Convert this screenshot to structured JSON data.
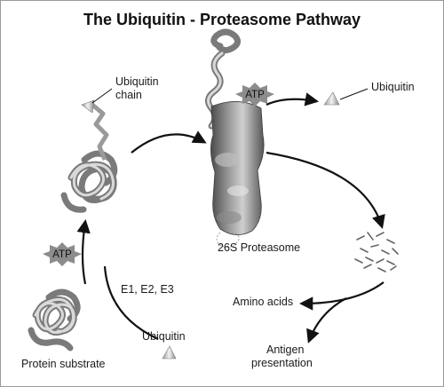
{
  "title": "The Ubiquitin - Proteasome Pathway",
  "labels": {
    "ubiquitin_chain_1": "Ubiquitin",
    "ubiquitin_chain_2": "chain",
    "ubiquitin_top": "Ubiquitin",
    "proteasome": "26S Proteasome",
    "enzymes": "E1, E2, E3",
    "amino_acids": "Amino acids",
    "ubiquitin_bottom": "Ubiquitin",
    "antigen_1": "Antigen",
    "antigen_2": "presentation",
    "protein_substrate": "Protein substrate",
    "atp_left": "ATP",
    "atp_top": "ATP"
  },
  "colors": {
    "arrow": "#111111",
    "protein": "#8a8a8a",
    "proteasome": "#6b6b6b",
    "atp_star": "#8c8c8c"
  }
}
